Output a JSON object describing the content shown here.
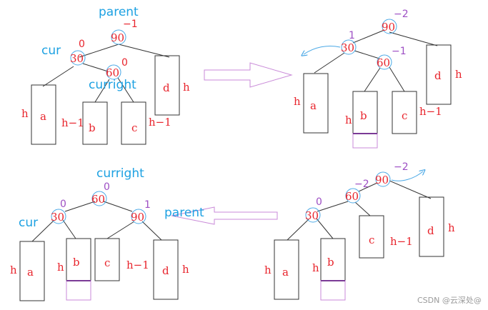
{
  "colors": {
    "label": "#1da1e2",
    "text": "#e8242c",
    "purple": "#9d4fc4",
    "arrow": "#c98ad8",
    "line": "#333333",
    "circle": "#4aa8e6",
    "watermark": "#9a9a9a"
  },
  "panels": {
    "top_left": {
      "label_parent": "parent",
      "label_cur": "cur",
      "label_curright": "curright",
      "n90": "90",
      "bf90": "−1",
      "n30": "30",
      "bf30": "0",
      "n60": "60",
      "bf60": "0",
      "a": "a",
      "b": "b",
      "c": "c",
      "d": "d",
      "h_a": "h",
      "h_b_c": "h−1",
      "h_c": "h−1",
      "h_d": "h"
    },
    "top_right": {
      "n90": "90",
      "bf90": "−2",
      "n30": "30",
      "bf30": "1",
      "n60": "60",
      "bf60": "−1",
      "a": "a",
      "b": "b",
      "c": "c",
      "d": "d",
      "h_a": "h",
      "h_b": "h",
      "h_c": "h−1",
      "h_d": "h"
    },
    "bottom_right": {
      "n90": "90",
      "bf90": "−2",
      "n60": "60",
      "bf60": "−2",
      "n30": "30",
      "bf30": "0",
      "a": "a",
      "b": "b",
      "c": "c",
      "d": "d",
      "h_a": "h",
      "h_b": "h",
      "h_c": "h−1",
      "h_d": "h"
    },
    "bottom_left": {
      "label_curright": "curright",
      "label_cur": "cur",
      "label_parent": "parent",
      "n60": "60",
      "bf60": "0",
      "n30": "30",
      "bf30": "0",
      "n90": "90",
      "bf90": "1",
      "a": "a",
      "b": "b",
      "c": "c",
      "d": "d",
      "h_a": "h",
      "h_b": "h",
      "h_c": "h−1",
      "h_d": "h"
    }
  },
  "watermark": "CSDN @云深处@"
}
